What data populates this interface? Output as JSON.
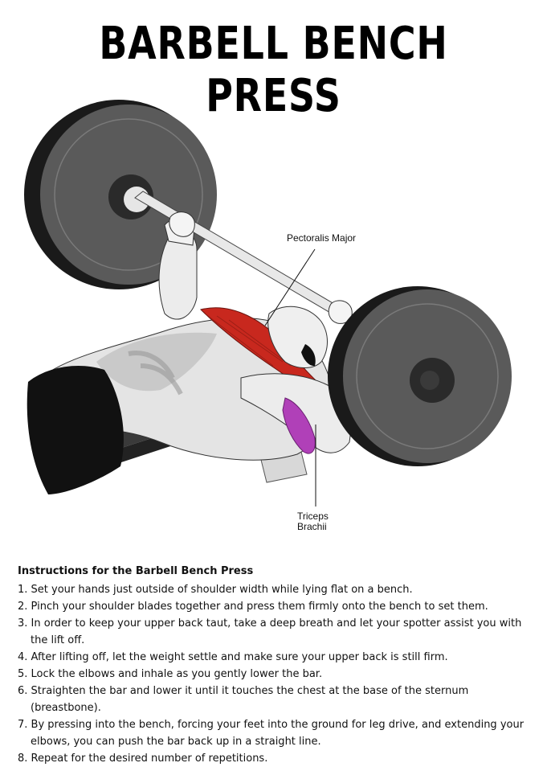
{
  "title": "BARBELL BENCH PRESS",
  "labels": {
    "pectoralis": "Pectoralis Major",
    "triceps_line1": "Triceps",
    "triceps_line2": "Brachii"
  },
  "instructions": {
    "heading": "Instructions for the Barbell Bench Press",
    "steps": [
      "1. Set your hands just outside of shoulder width while lying flat on a bench.",
      "2. Pinch your shoulder blades together and press them firmly onto the bench to set them.",
      "3. In order to keep your upper back taut, take a deep breath and let your spotter assist you with the lift off.",
      "4. After lifting off, let the weight settle and make sure your upper back is still firm.",
      "5. Lock the elbows and inhale as you gently lower the bar.",
      "6. Straighten the bar and lower it until it touches the chest at the base of the sternum (breastbone).",
      "7. By pressing into the bench, forcing your feet into the ground for leg drive, and extending your elbows, you can push the bar back up in a straight line.",
      "8. Repeat for the desired number of repetitions."
    ]
  },
  "colors": {
    "plate": "#555555",
    "plate_dark": "#1a1a1a",
    "muscle_red": "#c8281e",
    "muscle_purple": "#b040b8",
    "shorts": "#111111",
    "skin": "#e8e8e8"
  }
}
